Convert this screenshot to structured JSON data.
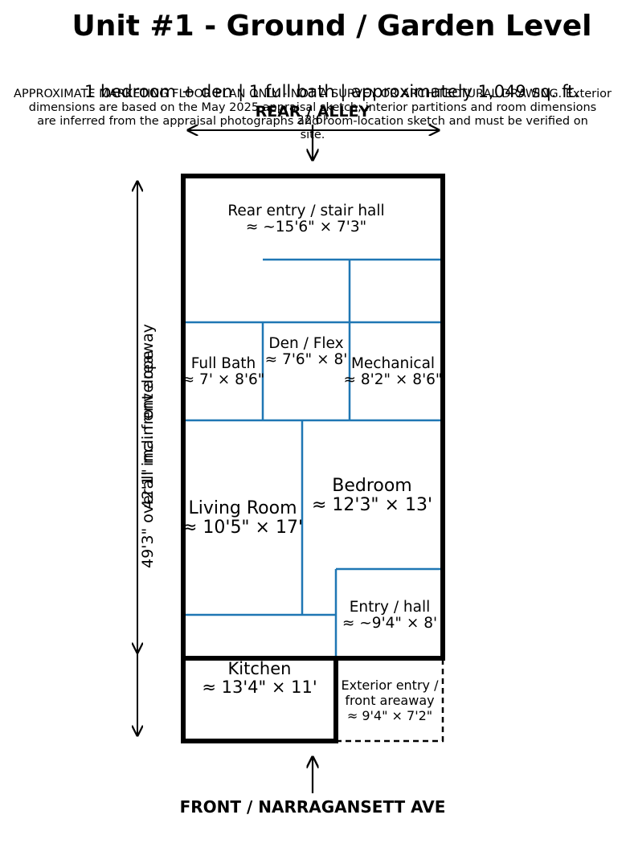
{
  "title": "Unit #1 - Ground / Garden Level",
  "subtitle": "1 bedroom + den | 1 full bath | approximately 1,049 sq. ft.",
  "disclaimer": {
    "line1": "APPROXIMATE MARKETING FLOOR PLAN ONLY - NOT A SURVEY OR ARCHITECTURAL DRAWING. Exterior",
    "line2": "dimensions are based on the May 2025 appraisal sketch; interior partitions and room dimensions",
    "line3": "are inferred from the appraisal photographs and room-location sketch and must be verified on",
    "line4": "site."
  },
  "overall_width": "22'6\"",
  "overall_length": "49'3\" overall incl. front areaway",
  "main_envelope": "42'1\" main envelope",
  "rear_label": "REAR / ALLEY",
  "front_label": "FRONT / NARRAGANSETT AVE",
  "rooms": {
    "rear_entry": {
      "name": "Rear entry / stair hall",
      "dims": "≈ ~15'6\" × 7'3\""
    },
    "full_bath": {
      "name": "Full Bath",
      "dims": "≈ 7' × 8'6\""
    },
    "den": {
      "name": "Den / Flex",
      "dims": "≈ 7'6\" × 8'"
    },
    "mechanical": {
      "name": "Mechanical",
      "dims": "≈ 8'2\" × 8'6\""
    },
    "living": {
      "name": "Living Room",
      "dims": "≈ 10'5\" × 17'"
    },
    "bedroom": {
      "name": "Bedroom",
      "dims": "≈ 12'3\" × 13'"
    },
    "entry_hall": {
      "name": "Entry / hall",
      "dims": "≈ ~9'4\" × 8'"
    },
    "kitchen": {
      "name": "Kitchen",
      "dims": "≈ 13'4\" × 11'"
    },
    "areaway": {
      "name1": "Exterior entry /",
      "name2": "front areaway",
      "dims": "≈ 9'4\" × 7'2\""
    }
  },
  "colors": {
    "wall": "#000000",
    "partition": "#1f77b4"
  }
}
